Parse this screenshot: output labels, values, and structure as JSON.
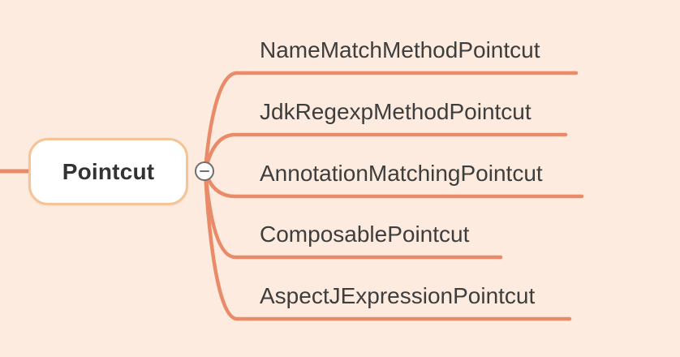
{
  "theme": {
    "background": "#fcebde",
    "branch_color": "#e98b68",
    "node_border": "#f4c497",
    "node_fill": "#ffffff",
    "node_text": "#333333",
    "label_text": "#3e3e3e",
    "control_gray": "#6f6f6f"
  },
  "root": {
    "label": "Pointcut"
  },
  "collapse_button": {
    "icon": "minus-icon"
  },
  "branches": [
    {
      "label": "NameMatchMethodPointcut"
    },
    {
      "label": "JdkRegexpMethodPointcut"
    },
    {
      "label": "AnnotationMatchingPointcut"
    },
    {
      "label": "ComposablePointcut"
    },
    {
      "label": "AspectJExpressionPointcut"
    }
  ]
}
